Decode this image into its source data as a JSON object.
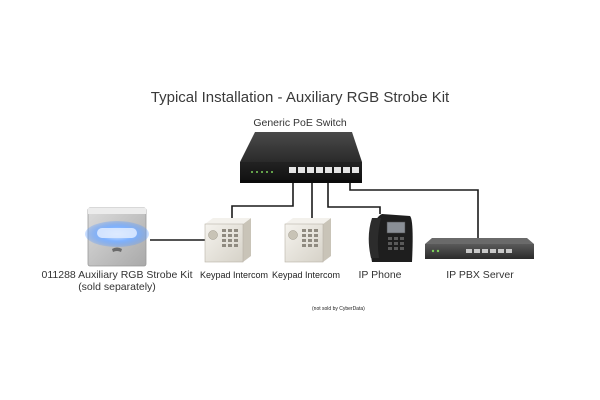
{
  "title": "Typical Installation - Auxiliary RGB Strobe Kit",
  "switch_label": "Generic PoE Switch",
  "devices": {
    "strobe_kit": {
      "line1": "011288 Auxiliary RGB Strobe Kit",
      "line2": "(sold separately)"
    },
    "keypad_intercom_1": {
      "label": "Keypad Intercom"
    },
    "keypad_intercom_2": {
      "label": "Keypad Intercom"
    },
    "ip_phone": {
      "label": "IP Phone"
    },
    "ip_pbx_server": {
      "label": "IP PBX Server"
    }
  },
  "footnote": "(not sold by CyberData)",
  "colors": {
    "switch_body": "#2b2b2b",
    "strobe_glow": "#4a90ff",
    "cable": "#1a1a1a",
    "intercom_body": "#e9e6de"
  }
}
